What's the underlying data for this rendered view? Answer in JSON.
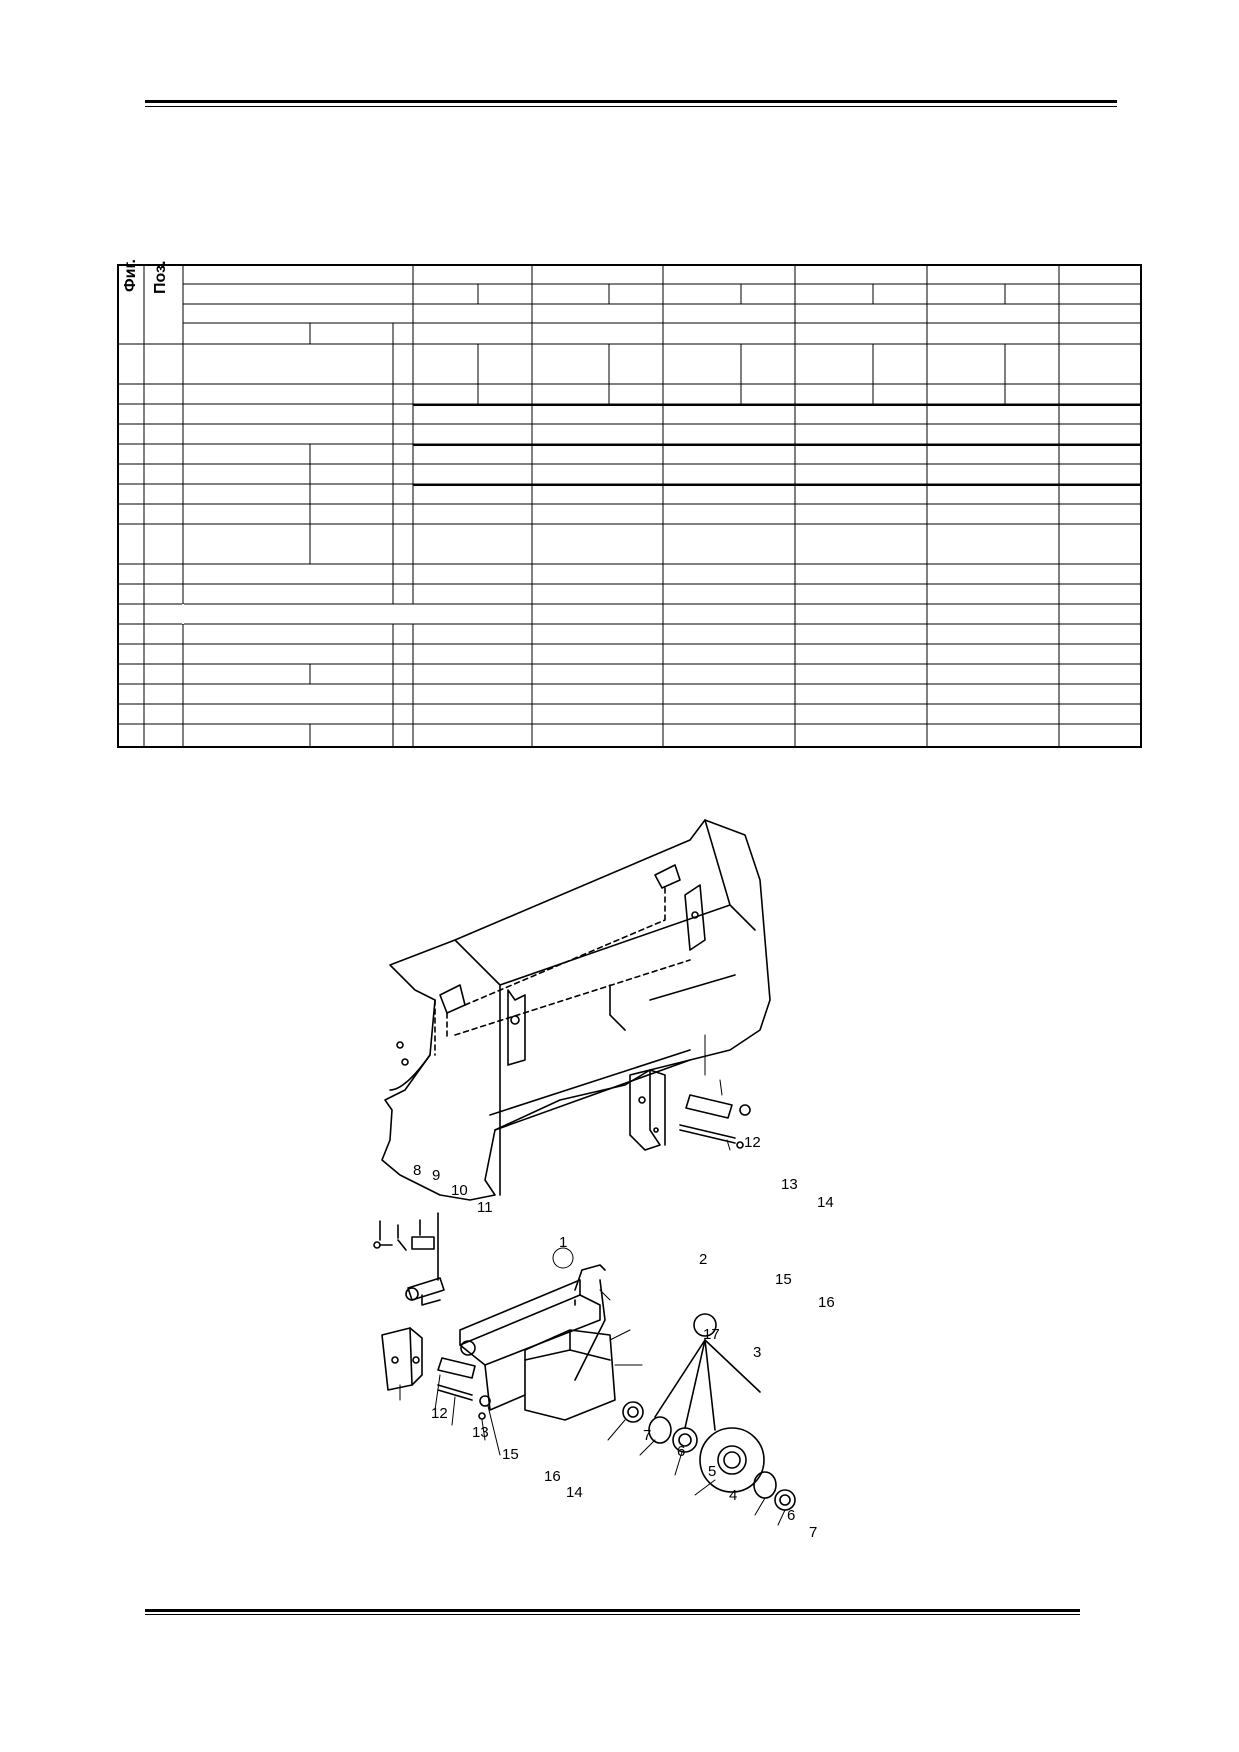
{
  "table": {
    "header_fig": "Фиг.",
    "header_pos": "Поз."
  },
  "figure": {
    "callouts": [
      "8",
      "9",
      "10",
      "11",
      "1",
      "2",
      "12",
      "13",
      "14",
      "15",
      "16",
      "17",
      "3",
      "12",
      "13",
      "15",
      "16",
      "14",
      "7",
      "6",
      "5",
      "4",
      "6",
      "7"
    ]
  }
}
